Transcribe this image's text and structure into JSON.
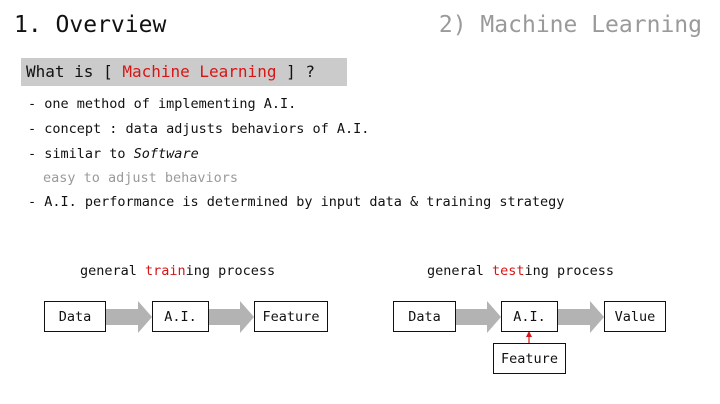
{
  "header": {
    "title": "1. Overview",
    "section": "2) Machine Learning"
  },
  "question": {
    "prefix": "What is [ ",
    "highlight": "Machine Learning",
    "suffix": " ] ?"
  },
  "bullets": [
    {
      "text": "- one method of implementing A.I."
    },
    {
      "text": "- concept : data adjusts behaviors of A.I."
    },
    {
      "prefix": "- similar to ",
      "emphasis": "Software"
    },
    {
      "text": "easy to adjust behaviors"
    },
    {
      "text": "- A.I. performance is determined by input data & training strategy"
    }
  ],
  "training": {
    "label_pre": "general ",
    "label_hi": "train",
    "label_post": "ing process",
    "boxes": [
      "Data",
      "A.I.",
      "Feature"
    ]
  },
  "testing": {
    "label_pre": "general ",
    "label_hi": "test",
    "label_post": "ing process",
    "boxes": [
      "Data",
      "A.I.",
      "Value"
    ],
    "feature_box": "Feature"
  },
  "colors": {
    "highlight": "#d81515",
    "muted": "#9a9a9a",
    "question_bg": "#cbcbcb",
    "arrow": "#b3b3b3"
  }
}
